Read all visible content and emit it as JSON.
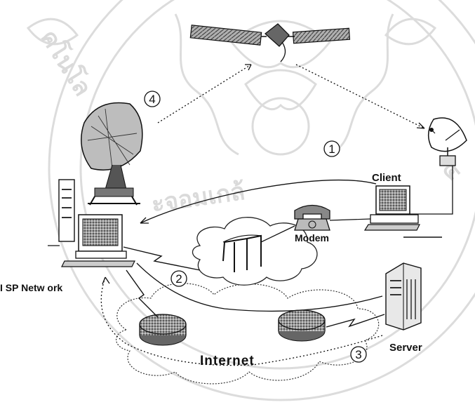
{
  "labels": {
    "client": "Client",
    "modem": "Modem",
    "isp_network": "I SP Netw ork",
    "internet": "Internet",
    "server": "Server"
  },
  "steps": [
    "1",
    "2",
    "3",
    "4"
  ],
  "watermark": {
    "arc_text_left": "คโนโล",
    "arc_text_bottom": "ะจอมเกล้",
    "arc_text_right": "ค"
  },
  "colors": {
    "line": "#111111",
    "cloud": "#333333",
    "router_fill": "#8c8c8c",
    "watermark": "#d9d9d9"
  }
}
